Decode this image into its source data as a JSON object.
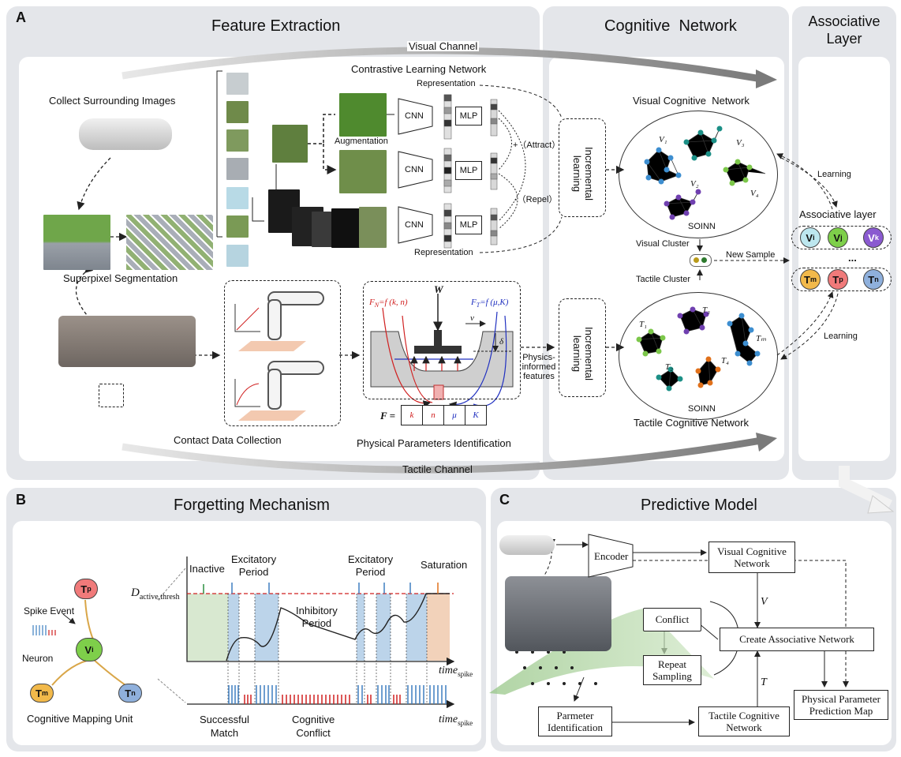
{
  "panel_a": {
    "letter": "A",
    "feature_extraction": "Feature Extraction",
    "cognitive_network": "Cognitive  Network",
    "associative_layer_title": "Associative Layer",
    "visual_channel": "Visual Channel",
    "tactile_channel": "Tactile Channel",
    "collect_images": "Collect Surrounding Images",
    "superpixel": "Superpixel Segmentation",
    "contrastive": "Contrastive Learning Network",
    "representation_top": "Representation",
    "representation_bottom": "Representation",
    "augmentation": "Augmentation",
    "cnn": "CNN",
    "mlp": "MLP",
    "attract": "+（Attract）",
    "repel": "-（Repel）",
    "incremental_learning": "Incremental learning",
    "visual_cognitive_network": "Visual Cognitive  Network",
    "tactile_cognitive_network": "Tactile Cognitive Network",
    "soinn": "SOINN",
    "visual_cluster": "Visual Cluster",
    "tactile_cluster": "Tactile Cluster",
    "new_sample": "New Sample",
    "learning": "Learning",
    "associative_layer": "Associative layer",
    "contact_data": "Contact Data Collection",
    "physical_params": "Physical Parameters Identification",
    "physics_informed": "Physics-informed features",
    "fn_eq": "F",
    "fn_sub": "N",
    "fn_rhs": "=f (k, n)",
    "ft_eq": "F",
    "ft_sub": "T",
    "ft_rhs": "=f (μ,K)",
    "w": "W",
    "v": "v",
    "delta": "δ",
    "f_vec_label": "F =",
    "f_params": [
      "k",
      "n",
      "μ",
      "K"
    ],
    "visual_nodes": [
      "V",
      "V",
      "V"
    ],
    "visual_node_subs": [
      "i",
      "j",
      "k"
    ],
    "tactile_nodes": [
      "T",
      "T",
      "T"
    ],
    "tactile_node_subs": [
      "m",
      "p",
      "n"
    ],
    "ellipsis": "...",
    "v_graph_labels": [
      "V₁",
      "V₂",
      "V₃",
      "V₄"
    ],
    "t_graph_labels": [
      "T₁",
      "T₂",
      "T₃",
      "T₄",
      "Tₘ"
    ]
  },
  "panel_b": {
    "letter": "B",
    "title": "Forgetting Mechanism",
    "spike_event": "Spike Event",
    "neuron": "Neuron",
    "unit": "Cognitive Mapping Unit",
    "d_main": "D",
    "d_sub": "active,thresh",
    "inactive": "Inactive",
    "excitatory1": "Excitatory\nPeriod",
    "excitatory2": "Excitatory\nPeriod",
    "inhibitory": "Inhibitory\nPeriod",
    "saturation": "Saturation",
    "time_main": "time",
    "time_sub": "spike",
    "successful": "Successful\nMatch",
    "conflict": "Cognitive\nConflict",
    "node_tp": "T",
    "node_tp_sub": "p",
    "node_vi": "V",
    "node_vi_sub": "i",
    "node_tm": "T",
    "node_tm_sub": "m",
    "node_tn": "T",
    "node_tn_sub": "n"
  },
  "panel_c": {
    "letter": "C",
    "title": "Predictive Model",
    "encoder": "Encoder",
    "visual_net": "Visual Cognitive Network",
    "conflict": "Conflict",
    "repeat": "Repeat Sampling",
    "create": "Create Associative Network",
    "v": "V",
    "t": "T",
    "param_id": "Parmeter Identification",
    "tactile_net": "Tactile Cognitive Network",
    "prediction_map": "Physical Parameter Prediction Map"
  },
  "colors": {
    "panel_bg": "#e4e6ea",
    "node_red": "#f07a7a",
    "node_green": "#7ecf4a",
    "node_purple": "#8a5ad0",
    "node_cyan": "#bde7ef",
    "node_orange": "#f2b94a",
    "node_blue": "#8fb0dc",
    "graph_blue": "#3d8ed0",
    "graph_teal": "#1b8f86",
    "graph_green": "#7cc74a",
    "graph_purple": "#7040b0",
    "graph_orange": "#e0701a"
  }
}
